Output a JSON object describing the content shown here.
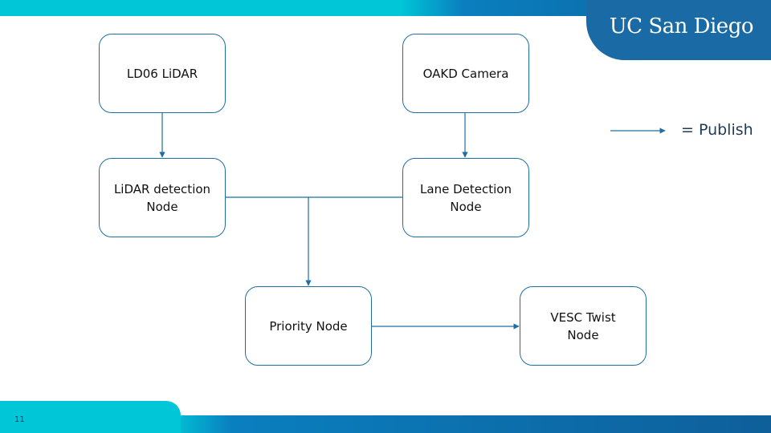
{
  "branding": {
    "logo_text": "UC San Diego"
  },
  "colors": {
    "line": "#1f6ea3",
    "accent_cyan": "#00c6d7",
    "accent_blue": "#1a6aa6"
  },
  "nodes": {
    "ld06_lidar": "LD06 LiDAR",
    "oakd_camera": "OAKD Camera",
    "lidar_detection": "LiDAR detection\nNode",
    "lane_detection": "Lane Detection\nNode",
    "priority": "Priority Node",
    "vesc_twist": "VESC Twist\nNode"
  },
  "legend": {
    "label": "= Publish"
  },
  "footer": {
    "page_number": "11"
  }
}
